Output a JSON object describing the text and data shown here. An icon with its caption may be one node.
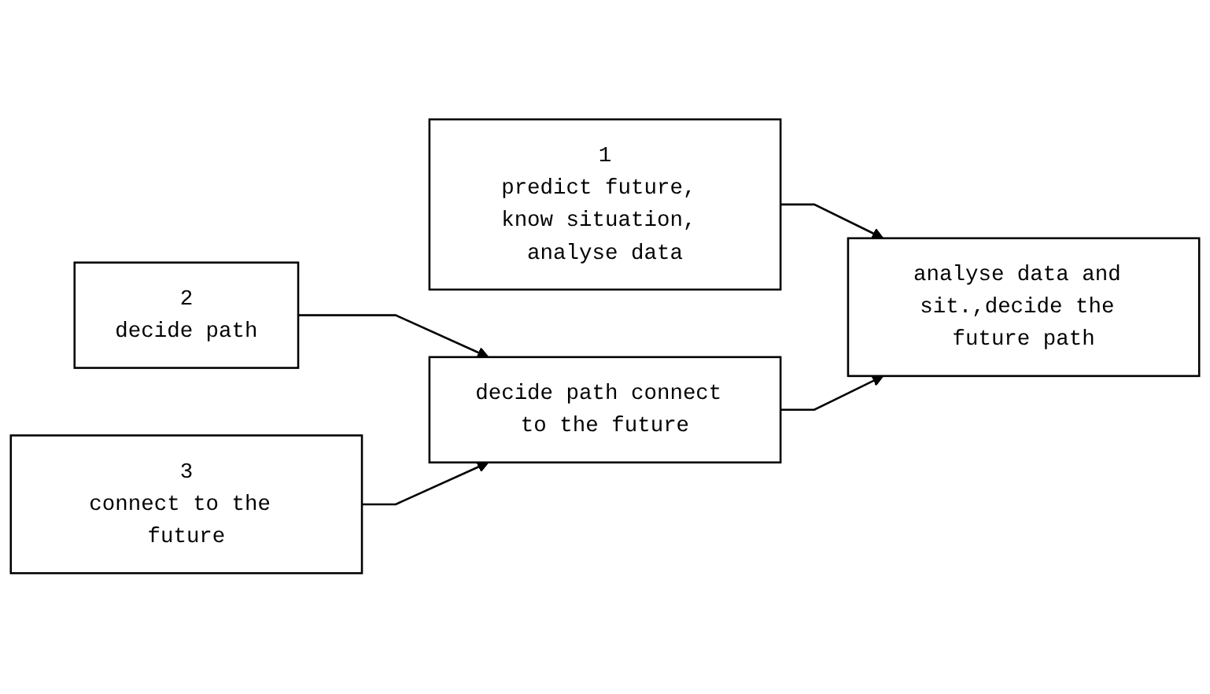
{
  "diagram": {
    "nodes": [
      {
        "text": [
          "1",
          "predict future, know situation, analyse data"
        ]
      },
      {
        "text": [
          "2",
          "decide path"
        ]
      },
      {
        "text": [
          "3",
          "connect to the future"
        ]
      },
      {
        "text": [
          "decide path connect to the future"
        ]
      },
      {
        "text": [
          "analyse data and sit.,decide the future path"
        ]
      }
    ],
    "edges": [
      {
        "from": 0,
        "to": 4,
        "arrow": "to"
      },
      {
        "from": 1,
        "to": 3,
        "arrow": "to"
      },
      {
        "from": 2,
        "to": 3,
        "arrow": "to"
      },
      {
        "from": 3,
        "to": 4,
        "arrow": "to"
      }
    ]
  }
}
